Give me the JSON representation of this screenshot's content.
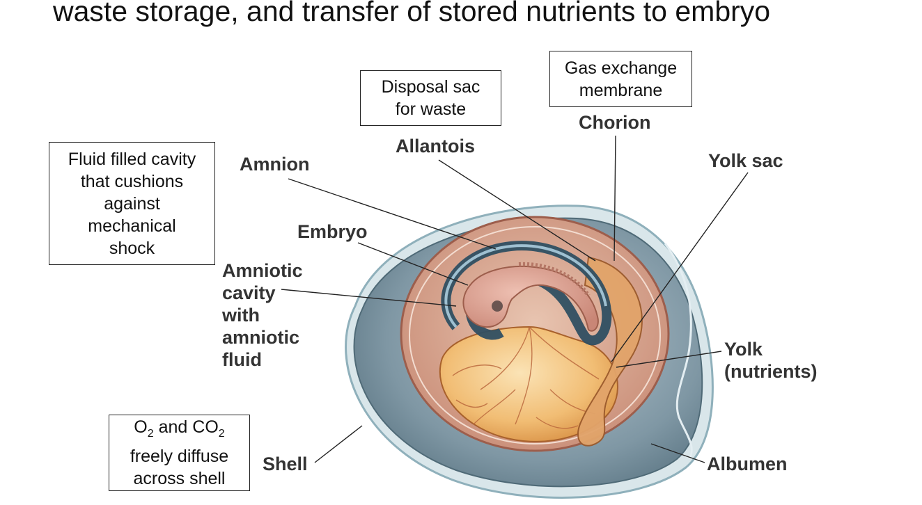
{
  "title": "waste storage, and transfer of stored nutrients to embryo",
  "boxes": {
    "disposal": [
      "Disposal sac",
      "for waste"
    ],
    "gas": [
      "Gas exchange",
      "membrane"
    ],
    "fluid": [
      "Fluid filled cavity",
      "that cushions",
      "against",
      "mechanical",
      "shock"
    ],
    "diffuse": {
      "o2": "O",
      "sub2a": "2",
      "and_co": " and CO",
      "sub2b": "2",
      "line2": "freely diffuse",
      "line3": "across shell"
    }
  },
  "labels": {
    "chorion": "Chorion",
    "allantois": "Allantois",
    "amnion": "Amnion",
    "yolk_sac": "Yolk sac",
    "embryo": "Embryo",
    "amniotic": [
      "Amniotic",
      "cavity",
      "with",
      "amniotic",
      "fluid"
    ],
    "yolk": [
      "Yolk",
      "(nutrients)"
    ],
    "shell": "Shell",
    "albumen": "Albumen"
  }
}
